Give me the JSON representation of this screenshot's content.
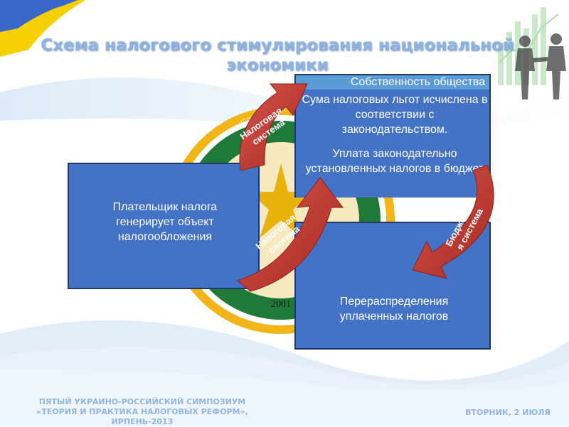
{
  "title": "Схема налогового стимулирования национальной экономики",
  "emblem": {
    "year": "2001",
    "text_fragment": "СЛІДНИЙ І"
  },
  "boxes": {
    "ownership": {
      "header": "Собственность общества",
      "text1": "Сума налоговых льгот исчислена в соответствии с законодательством.",
      "text2": "Уплата законодательно установленных налогов в бюджет"
    },
    "payer": {
      "text": "Плательщик налога генерирует объект налогообложения"
    },
    "redistribution": {
      "text": "Перераспределения уплаченных налогов"
    }
  },
  "arrows": [
    {
      "label_line1": "Налоговая",
      "label_line2": "система"
    },
    {
      "label_line1": "Налоговая",
      "label_line2": "система"
    },
    {
      "label_line1": "Бюджетна",
      "label_line2": "я система"
    }
  ],
  "footer": {
    "left_line1": "ПЯТЫЙ УКРАИНО-РОССИЙСКИЙ СИМПОЗИУМ",
    "left_line2": "«ТЕОРИЯ И ПРАКТИКА НАЛОГОВЫХ РЕФОРМ»,",
    "left_line3": "ИРПЕНЬ-2013",
    "right": "ВТОРНИК, 2 ИЮЛЯ"
  },
  "colors": {
    "box_fill": "#4472c4",
    "arrow_red": "#c0392b",
    "title_blue": "#8fb3de"
  }
}
